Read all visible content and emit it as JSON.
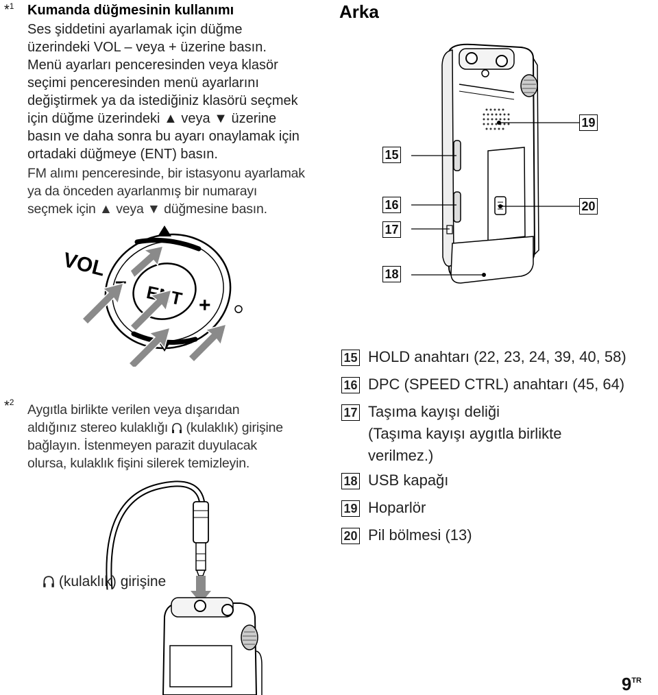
{
  "note1": {
    "mark": "*",
    "mark_num": "1",
    "title": "Kumanda düğmesinin kullanımı",
    "lines": [
      "Ses şiddetini ayarlamak için düğme",
      "üzerindeki VOL – veya + üzerine basın.",
      "Menü ayarları penceresinden veya klasör",
      "seçimi penceresinden menü ayarlarını",
      "değiştirmek ya da istediğiniz klasörü seçmek",
      "için düğme üzerindeki ▲ veya ▼ üzerine",
      "basın ve daha sonra bu ayarı onaylamak için",
      "ortadaki düğmeye (ENT) basın."
    ],
    "fm_lines": [
      "FM alımı penceresinde, bir istasyonu ayarlamak",
      "ya da önceden ayarlanmış bir numarayı",
      "seçmek için ▲ veya ▼ düğmesine basın."
    ]
  },
  "control_figure": {
    "vol_label": "VOL",
    "minus": "–",
    "plus": "+",
    "ent_label": "ENT"
  },
  "back_title": "Arka",
  "callouts": {
    "c15": "15",
    "c16": "16",
    "c17": "17",
    "c18": "18",
    "c19": "19",
    "c20": "20"
  },
  "legend": [
    {
      "num": "15",
      "text": "HOLD anahtarı (22, 23, 24, 39, 40, 58)"
    },
    {
      "num": "16",
      "text": "DPC (SPEED CTRL) anahtarı (45, 64)"
    },
    {
      "num": "17",
      "text": "Taşıma kayışı deliği",
      "extra": [
        "(Taşıma kayışı aygıtla birlikte",
        "verilmez.)"
      ]
    },
    {
      "num": "18",
      "text": "USB kapağı"
    },
    {
      "num": "19",
      "text": "Hoparlör"
    },
    {
      "num": "20",
      "text": "Pil bölmesi (13)"
    }
  ],
  "note2": {
    "mark": "*",
    "mark_num": "2",
    "lines": [
      "Aygıtla birlikte verilen veya dışarıdan",
      "aldığınız stereo kulaklığı",
      "(kulaklık) girişine",
      "bağlayın. İstenmeyen parazit duyulacak",
      "olursa, kulaklık fişini silerek temizleyin."
    ]
  },
  "headphone_caption": "(kulaklık) girişine",
  "icons": [
    "headphone-icon",
    "arrow-up-icon",
    "arrow-down-icon"
  ],
  "page": {
    "number": "9",
    "lang": "TR"
  }
}
